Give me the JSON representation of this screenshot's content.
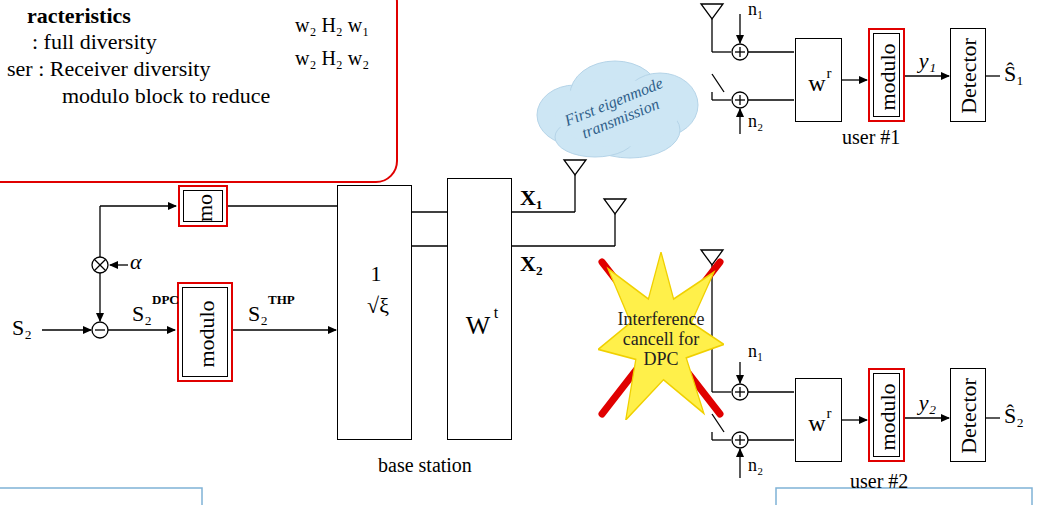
{
  "diagram": {
    "nodes": [
      {
        "text": [
          "racteristics",
          ": full diversity",
          "ser : Receiver diversity",
          "modulo block to reduce"
        ]
      },
      {
        "text": [
          "mo"
        ]
      },
      {
        "text": [
          "modulo"
        ]
      },
      {
        "text": [
          "1",
          "√ξ"
        ]
      },
      {
        "text": [
          "W",
          "t"
        ]
      },
      {
        "text": [
          "First eigenmode transmission"
        ]
      },
      {
        "text": [
          "w",
          "r"
        ]
      },
      {
        "text": [
          "modulo"
        ]
      },
      {
        "text": [
          "Detector"
        ]
      },
      {
        "text": [
          "Interference cancell for DPC"
        ]
      },
      {
        "text": [
          "w",
          "r"
        ]
      },
      {
        "text": [
          "modulo"
        ]
      },
      {
        "text": [
          "Detector"
        ]
      }
    ],
    "edges": [
      {
        "from": 1,
        "to": 3,
        "arrow": "none"
      },
      {
        "from": 2,
        "to": 3,
        "arrow": "to"
      },
      {
        "from": 3,
        "to": 4,
        "arrow": "none"
      },
      {
        "from": 3,
        "to": 4,
        "arrow": "none"
      },
      {
        "from": 6,
        "to": 7,
        "arrow": "to"
      },
      {
        "from": 7,
        "to": 8,
        "label": "y₁",
        "arrow": "to"
      },
      {
        "from": 10,
        "to": 11,
        "arrow": "to"
      },
      {
        "from": 11,
        "to": 12,
        "label": "y₂",
        "arrow": "to"
      }
    ],
    "labels": [
      "w₂ H₂ w₁",
      "w₂ H₂ w₂",
      "α",
      "S₂",
      "S₂",
      "DPC",
      "S₂",
      "THP",
      "X₁",
      "X₂",
      "base station",
      "n₁",
      "n₂",
      "Ŝ₁",
      "user #1",
      "n₁",
      "n₂",
      "Ŝ₂",
      "user #2"
    ]
  }
}
